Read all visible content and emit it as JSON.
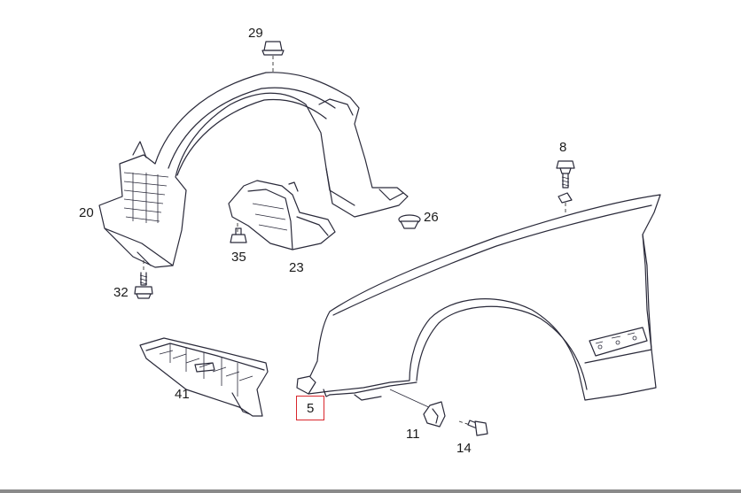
{
  "labels": {
    "p29": "29",
    "p8": "8",
    "p20": "20",
    "p26": "26",
    "p35": "35",
    "p23": "23",
    "p32": "32",
    "p41": "41",
    "p5": "5",
    "p11": "11",
    "p14": "14"
  },
  "highlight_color": "#d9262c",
  "line_color": "#2a2a3a"
}
